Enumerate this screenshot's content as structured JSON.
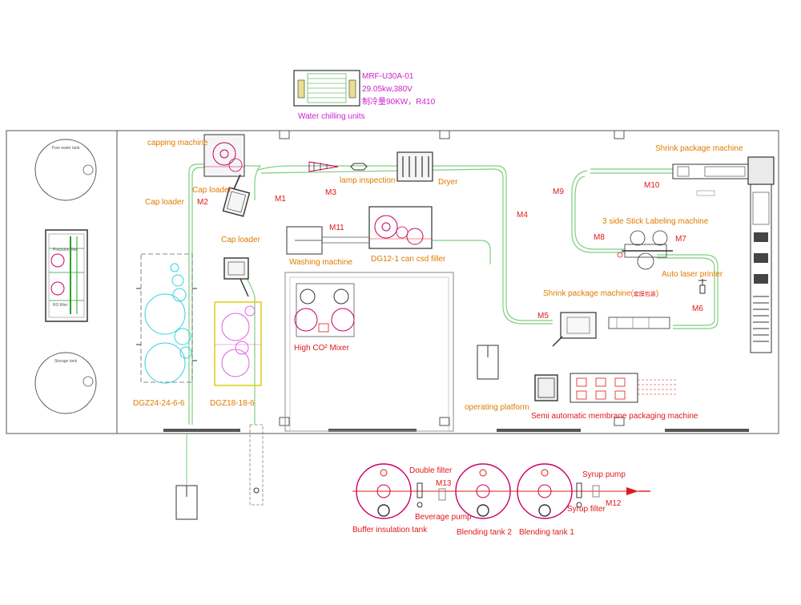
{
  "colors": {
    "label": "#e07a00",
    "motor": "#e01818",
    "chiller": "#cc22cc",
    "conveyor": "#7fce7f",
    "wall": "#555555",
    "tank": "#cc0066",
    "cyan_machine": "#2ed3e0",
    "magenta_machine": "#e060e0",
    "yellow_frame": "#e0d020"
  },
  "chiller": {
    "model": "MRF-U30A-01",
    "power": "29.05kw,380V",
    "spec": "制冷量90KW，R410",
    "label": "Water chilling units"
  },
  "machines": {
    "capping": "capping machine",
    "cap_loader_1": "Cap loader",
    "cap_loader_2": "Cap loader",
    "cap_loader_3": "Cap loader",
    "lamp": "lamp inspection",
    "dryer": "Dryer",
    "washing": "Washing machine",
    "filler": "DG12-1 can csd filler",
    "mixer": "High CO² Mixer",
    "dgz24": "DGZ24-24-6-6",
    "dgz18": "DGZ18-18-6",
    "shrink_top": "Shrink package machine",
    "labeling": "3 side Stick Labeling machine",
    "laser": "Auto laser printer",
    "shrink_mid": "Shrink package machine(",
    "shrink_mid_cn": "套膜包装",
    "shrink_mid_close": ")",
    "platform": "operating platform",
    "membrane": "Semi automatic membrane packaging machine",
    "buffer": "Buffer insulation tank",
    "double_filter": "Double filter",
    "beverage_pump": "Beverage pump",
    "blend2": "Blending tank 2",
    "blend1": "Blending tank 1",
    "syrup_pump": "Syrup pump",
    "syrup_filter": "Syrup filter",
    "pure_tank": "Pure water tank",
    "storage_tank": "Storage tank",
    "precision_filter": "Precision filter",
    "ro_filter": "RO filter"
  },
  "motors": {
    "m1": "M1",
    "m2": "M2",
    "m3": "M3",
    "m4": "M4",
    "m5": "M5",
    "m6": "M6",
    "m7": "M7",
    "m8": "M8",
    "m9": "M9",
    "m10": "M10",
    "m11": "M11",
    "m12": "M12",
    "m13": "M13"
  }
}
